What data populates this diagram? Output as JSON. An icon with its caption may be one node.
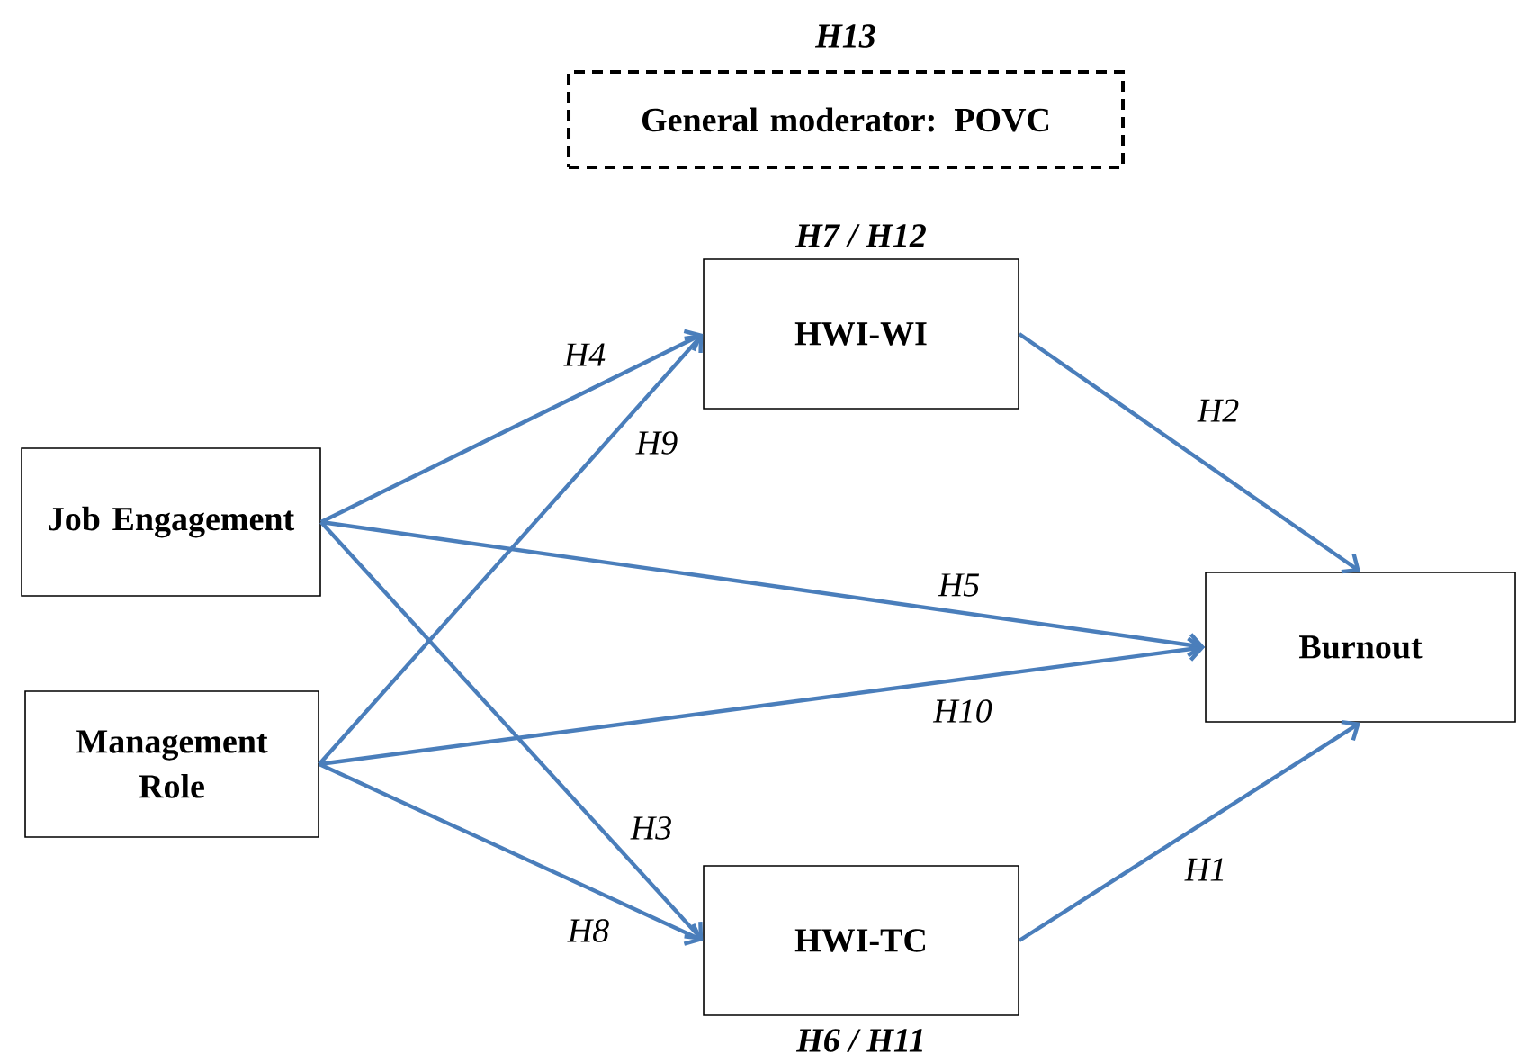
{
  "diagram": {
    "nodes": [
      {
        "text": [
          "General moderator: POVC"
        ],
        "beside": [
          "H13"
        ]
      },
      {
        "text": [
          "HWI-WI"
        ],
        "beside": [
          "H7 / H12"
        ]
      },
      {
        "text": [
          "Job Engagement"
        ]
      },
      {
        "text": [
          "Burnout"
        ]
      },
      {
        "text": [
          "Management Role"
        ]
      },
      {
        "text": [
          "HWI-TC"
        ],
        "beside": [
          "H6 / H11"
        ]
      }
    ],
    "edges": [
      {
        "from": 2,
        "to": 1,
        "arrow": "to",
        "label": "H4"
      },
      {
        "from": 4,
        "to": 1,
        "arrow": "to",
        "label": "H9"
      },
      {
        "from": 1,
        "to": 3,
        "arrow": "to",
        "label": "H2"
      },
      {
        "from": 2,
        "to": 3,
        "arrow": "to",
        "label": "H5"
      },
      {
        "from": 4,
        "to": 3,
        "arrow": "to",
        "label": "H10"
      },
      {
        "from": 2,
        "to": 5,
        "arrow": "to",
        "label": "H3"
      },
      {
        "from": 4,
        "to": 5,
        "arrow": "to",
        "label": "H8"
      },
      {
        "from": 5,
        "to": 3,
        "arrow": "to",
        "label": "H1"
      }
    ]
  }
}
